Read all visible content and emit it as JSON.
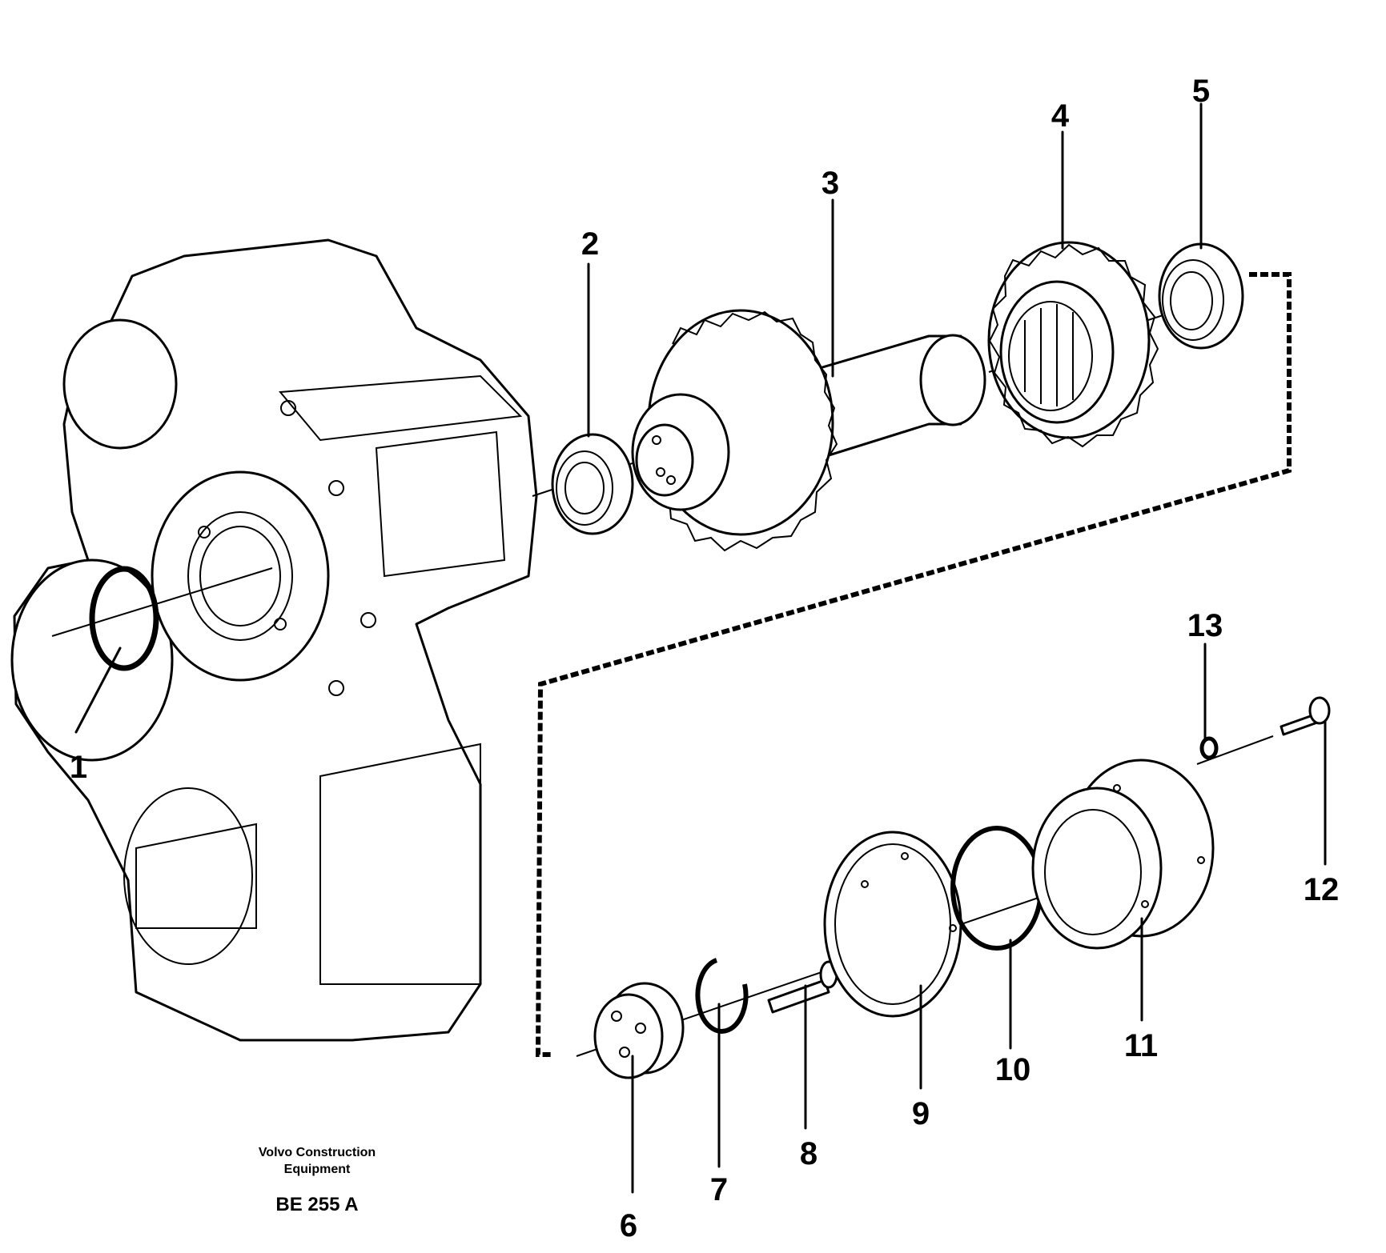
{
  "part_numbers": [
    "1",
    "2",
    "3",
    "4",
    "5",
    "6",
    "7",
    "8",
    "9",
    "10",
    "11",
    "12",
    "13"
  ],
  "credit": {
    "line1": "Volvo Construction",
    "line2": "Equipment"
  },
  "figure_code": "BE 255 A",
  "colors": {
    "ink": "#000000",
    "paper": "#ffffff"
  }
}
